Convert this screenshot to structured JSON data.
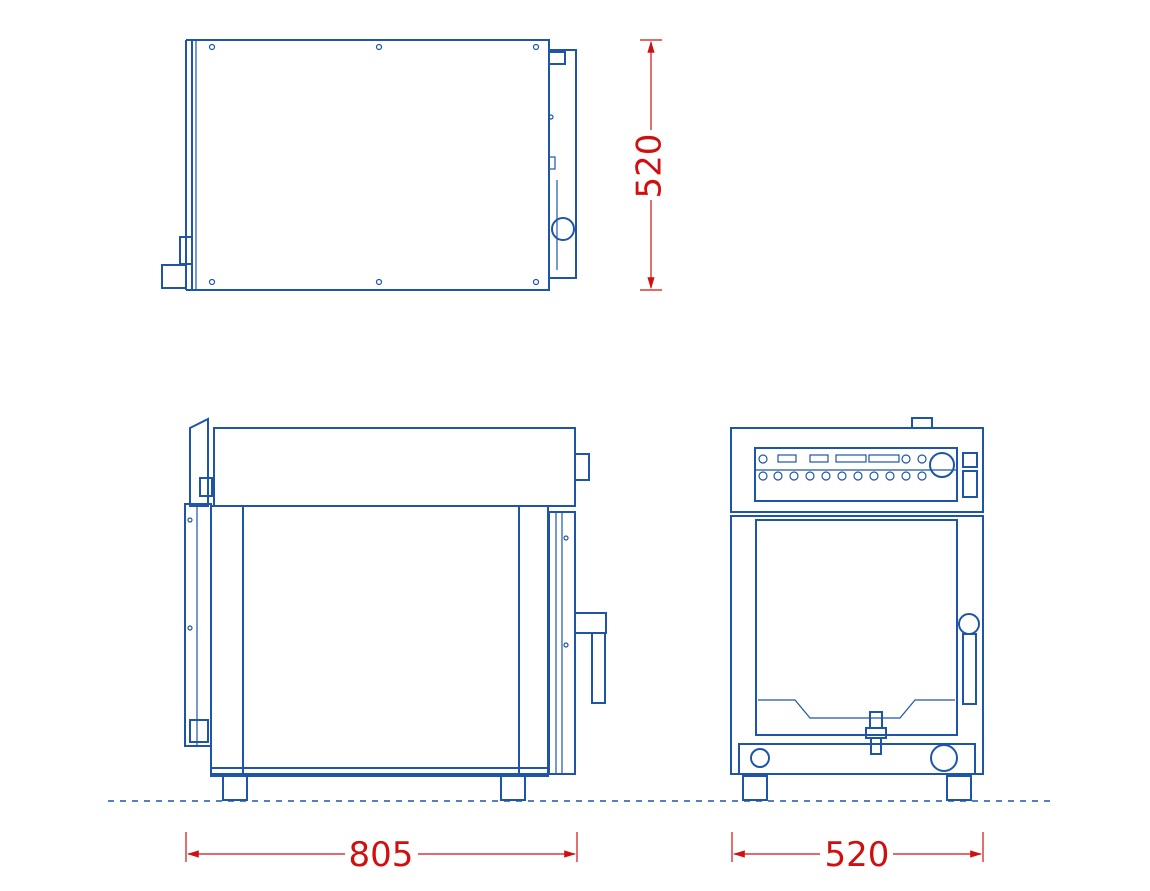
{
  "dimensions": {
    "depth_label": "805",
    "width_label": "520",
    "height_label": "520"
  },
  "colors": {
    "outline": "#1f55a8",
    "dimension": "#d01010",
    "background": "#ffffff"
  }
}
